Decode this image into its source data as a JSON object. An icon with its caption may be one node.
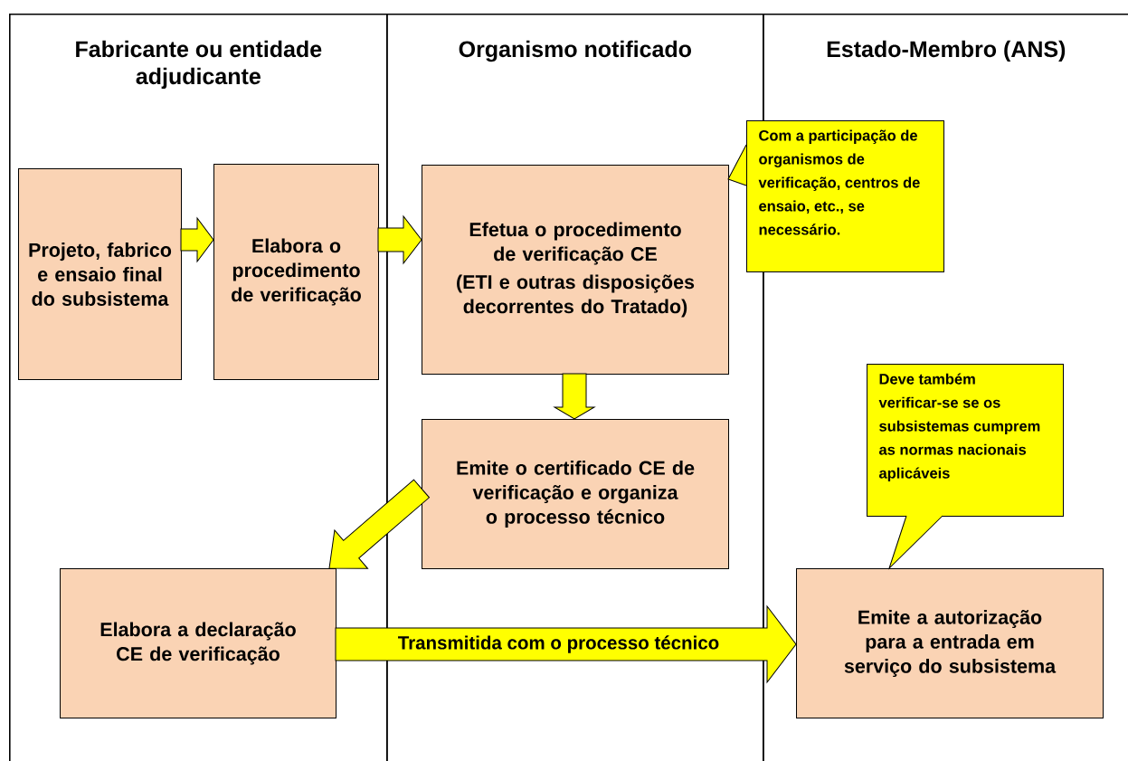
{
  "diagram": {
    "nodes": [
      {
        "text": [
          "Fabricante ou entidade adjudicante"
        ]
      },
      {
        "text": [
          "Organismo notificado"
        ]
      },
      {
        "text": [
          "Estado-Membro (ANS)"
        ]
      },
      {
        "text": [
          "Projeto, fabrico e ensaio final do subsistema"
        ],
        "in": 0
      },
      {
        "text": [
          "Elabora o procedimento de verificação"
        ],
        "in": 0
      },
      {
        "text": [
          "Efetua o procedimento de verificação CE",
          "(ETI e outras disposições decorrentes do Tratado)"
        ],
        "in": 1
      },
      {
        "text": [
          "Com a participação de organismos de verificação, centros de ensaio, etc., se necessário."
        ]
      },
      {
        "text": [
          "Emite o certificado CE de verificação e organiza o processo técnico"
        ],
        "in": 1
      },
      {
        "text": [
          "Elabora a declaração CE de verificação"
        ],
        "in": 0
      },
      {
        "text": [
          "Deve também verificar-se se os subsistemas cumprem as normas nacionais aplicáveis"
        ],
        "in": 2
      },
      {
        "text": [
          "Emite a autorização para a entrada em serviço do subsistema"
        ],
        "in": 2
      }
    ],
    "edges": [
      {
        "from": 3,
        "to": 4,
        "arrow": "to"
      },
      {
        "from": 4,
        "to": 5,
        "arrow": "to"
      },
      {
        "from": 5,
        "to": 7,
        "arrow": "to"
      },
      {
        "from": 7,
        "to": 8,
        "arrow": "to"
      },
      {
        "from": 8,
        "to": 10,
        "arrow": "to",
        "label": "Transmitida com o processo técnico"
      },
      {
        "from": 6,
        "to": 5,
        "arrow": "to"
      },
      {
        "from": 9,
        "to": 10,
        "arrow": "to"
      }
    ]
  }
}
